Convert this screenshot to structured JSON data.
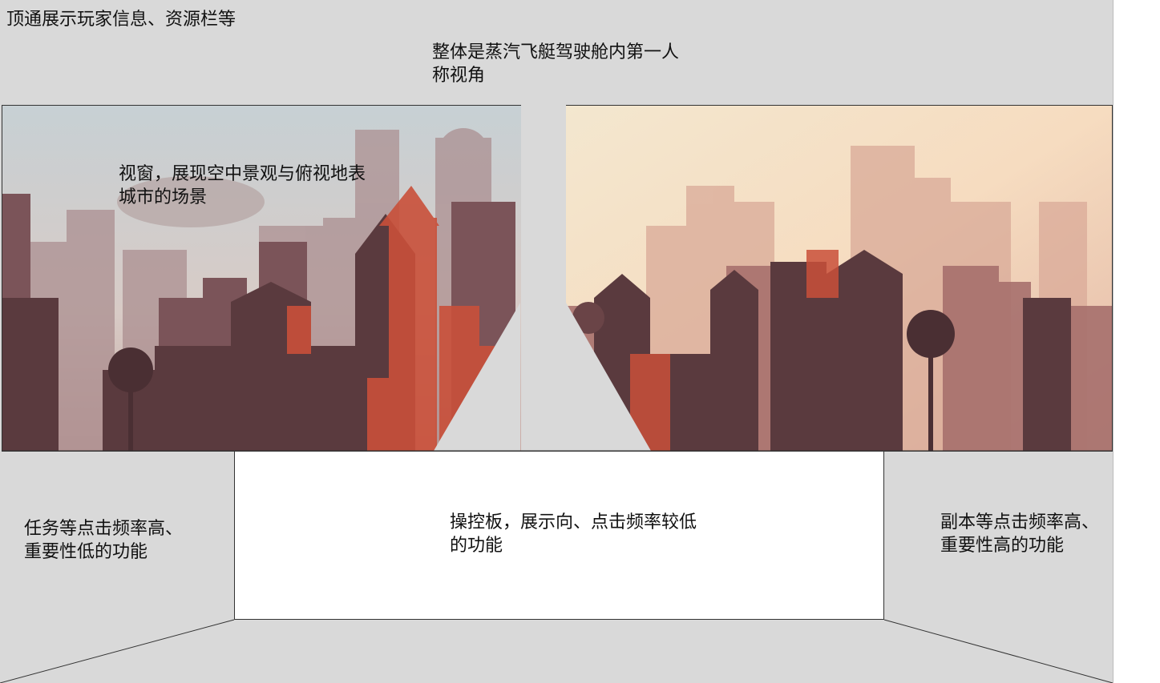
{
  "labels": {
    "top_bar": "顶通展示玩家信息、资源栏等",
    "view_title": "整体是蒸汽飞艇驾驶舱内第一人称视角",
    "window_note": "视窗，展现空中景观与俯视地表城市的场景",
    "left_panel": "任务等点击频率高、重要性低的功能",
    "control_panel": "操控板，展示向、点击频率较低的功能",
    "right_panel": "副本等点击频率高、重要性高的功能"
  },
  "colors": {
    "background": "#d9d9d9",
    "panel": "#ffffff",
    "sky_left": "#c9d0d3",
    "sky_right": "#f6e8c8",
    "building_dark": "#5a3a3e",
    "building_lit": "#c9503a"
  }
}
